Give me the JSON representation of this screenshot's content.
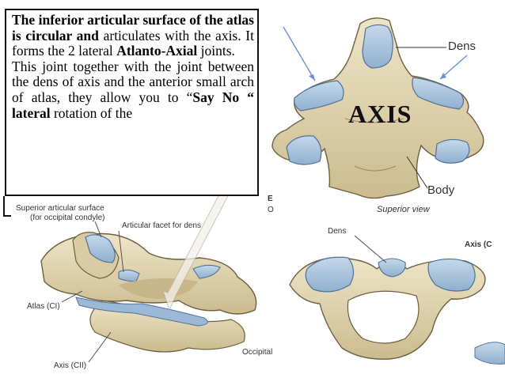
{
  "textbox": {
    "p1_lead": "The inferior articular surface of the atlas is circular and",
    "p1_rest": "articulates with the axis. It forms the 2 lateral",
    "p1_bold": "Atlanto-Axial",
    "p1_end": "joints.",
    "p2_a": "This joint together with the joint between the dens of axis and the anterior small arch of atlas, they allow you to “",
    "p2_bold": "Say No “ lateral",
    "p2_end": "rotation of the"
  },
  "top_right": {
    "title": "AXIS",
    "label_dens": "Dens",
    "label_body": "Body",
    "caption": "Superior view",
    "edge_letter_1": "E",
    "edge_letter_2": "O"
  },
  "bottom_left": {
    "label_superior": "Superior articular surface",
    "label_superior_2": "(for occipital condyle)",
    "label_facet": "Articular facet for dens",
    "label_atlas": "Atlas (CI)",
    "label_axis": "Axis (CII)",
    "label_occipital": "Occipital"
  },
  "bottom_right": {
    "label_dens": "Dens",
    "label_axis": "Axis (C"
  },
  "colors": {
    "bone": "#e2d6b2",
    "bone_shadow": "#b9a77c",
    "cartilage": "#a9c4dc",
    "cartilage_edge": "#6f94b6",
    "arrow_blue": "#6b8fd8"
  }
}
